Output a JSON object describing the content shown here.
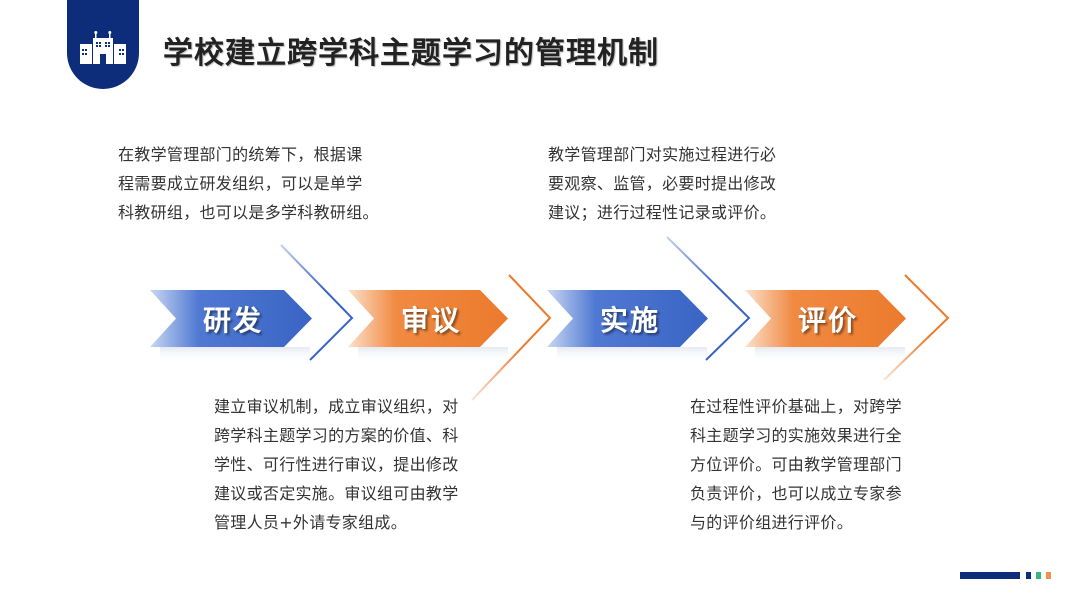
{
  "header": {
    "icon": "school-building-icon",
    "title": "学校建立跨学科主题学习的管理机制"
  },
  "colors": {
    "navy": "#0d2d7a",
    "blue": "#3f6ccb",
    "orange": "#ee7a2e",
    "green": "#3bb77e",
    "text": "#333333"
  },
  "steps": [
    {
      "label": "研发",
      "color": "blue"
    },
    {
      "label": "审议",
      "color": "orange"
    },
    {
      "label": "实施",
      "color": "blue"
    },
    {
      "label": "评价",
      "color": "orange"
    }
  ],
  "descriptions": [
    {
      "step": "研发",
      "lines": [
        "在教学管理部门的统筹下，根据课",
        "程需要成立研发组织，可以是单学",
        "科教研组，也可以是多学科教研组。"
      ]
    },
    {
      "step": "实施",
      "lines": [
        "教学管理部门对实施过程进行必",
        "要观察、监管，必要时提出修改",
        "建议；进行过程性记录或评价。"
      ]
    },
    {
      "step": "审议",
      "lines": [
        "建立审议机制，成立审议组织，对",
        "跨学科主题学习的方案的价值、科",
        "学性、可行性进行审议，提出修改",
        "建议或否定实施。审议组可由教学",
        "管理人员+外请专家组成。"
      ]
    },
    {
      "step": "评价",
      "lines": [
        "在过程性评价基础上，对跨学",
        "科主题学习的实施效果进行全",
        "方位评价。可由教学管理部门",
        "负责评价，也可以成立专家参",
        "与的评价组进行评价。"
      ]
    }
  ],
  "footer": {
    "bars": [
      "navy",
      "navy",
      "green",
      "orange"
    ]
  }
}
